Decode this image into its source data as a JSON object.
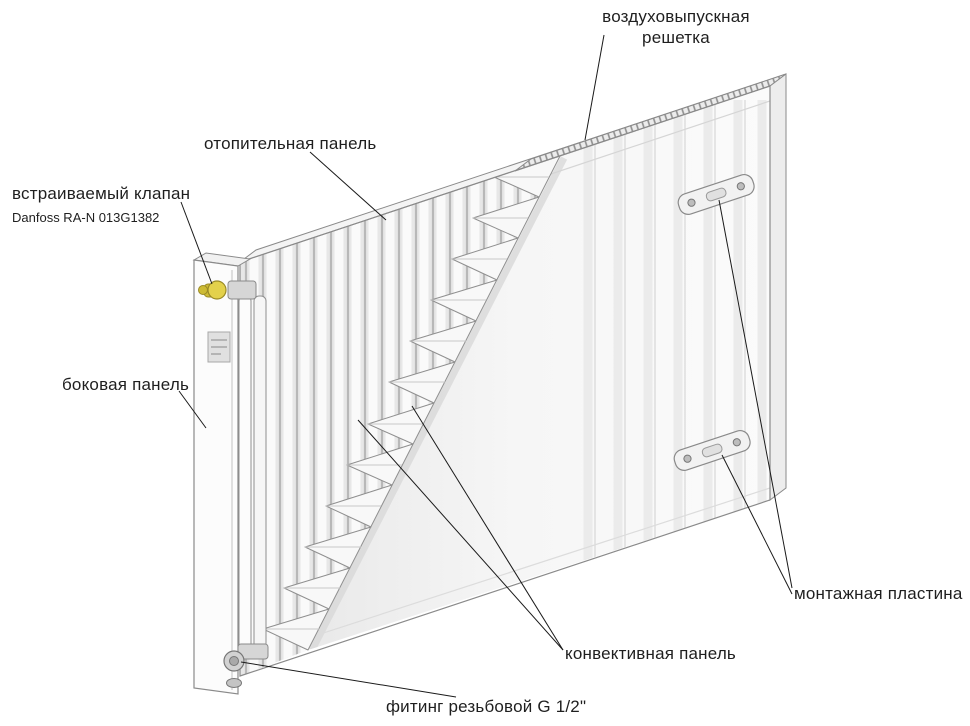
{
  "labels": {
    "air_vent_grille": {
      "line1": "воздуховыпускная",
      "line2": "решетка"
    },
    "heating_panel": {
      "text": "отопительная панель"
    },
    "built_in_valve": {
      "text": "встраиваемый клапан",
      "model": "Danfoss RA-N 013G1382"
    },
    "side_panel": {
      "text": "боковая панель"
    },
    "mounting_plate": {
      "text": "монтажная пластина"
    },
    "convective_panel": {
      "text": "конвективная панель"
    },
    "threaded_fitting": {
      "text": "фитинг резьбовой G 1/2\""
    }
  },
  "colors": {
    "background": "#ffffff",
    "label_text": "#1f1f1f",
    "leader_line": "#1a1a1a",
    "radiator_outline": "#8a8a8a",
    "valve_brass": "#ddc93f"
  }
}
